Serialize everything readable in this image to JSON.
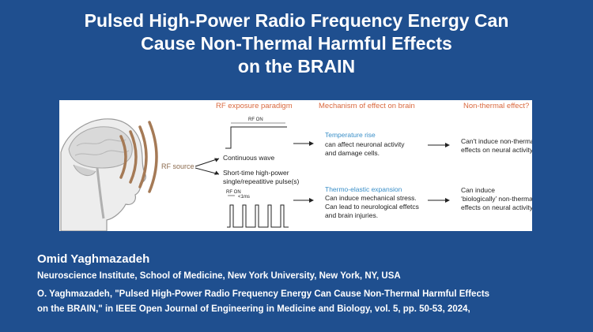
{
  "title": {
    "line1": "Pulsed High-Power Radio Frequency Energy Can",
    "line2": "Cause Non-Thermal Harmful Effects",
    "line3": "on the BRAIN"
  },
  "figure": {
    "headers": {
      "col1": "RF exposure paradigm",
      "col2": "Mechanism of effect on brain",
      "col3": "Non-thermal effect?"
    },
    "source_label": "RF source",
    "rf_on_label": "RF ON",
    "continuous": "Continuous wave",
    "pulsed": [
      "Short-time high-power",
      "single/repeatitive pulse(s)"
    ],
    "pulse_width_label": "RF ON",
    "pulse_width_value": "<1ms",
    "temperature": {
      "heading": "Temperature rise",
      "lines": [
        "can affect neuronal activity",
        "and damage cells."
      ]
    },
    "thermoelastic": {
      "heading": "Thermo-elastic expansion",
      "lines": [
        "Can induce mechanical stress.",
        "Can lead to neurological effetcs",
        "and brain injuries."
      ]
    },
    "result_thermal": [
      "Can't induce non-thermal",
      "effects on neural activity."
    ],
    "result_nonthermal": [
      "Can induce",
      "‘biologically’ non-thermal",
      "effects on neural activity."
    ],
    "colors": {
      "header": "#d9693f",
      "heading_blue": "#3a8fc8",
      "arc": "#a57a56",
      "source_text": "#8c6b4e",
      "text": "#222222"
    }
  },
  "author": "Omid Yaghmazadeh",
  "affiliation": "Neuroscience Institute, School of Medicine, New York University, New York, NY, USA",
  "citation": {
    "line1": "O. Yaghmazadeh, \"Pulsed High-Power Radio Frequency Energy Can Cause Non-Thermal Harmful Effects",
    "line2": "on the BRAIN,\" in IEEE Open Journal of Engineering in Medicine and Biology, vol. 5, pp. 50-53, 2024,"
  }
}
